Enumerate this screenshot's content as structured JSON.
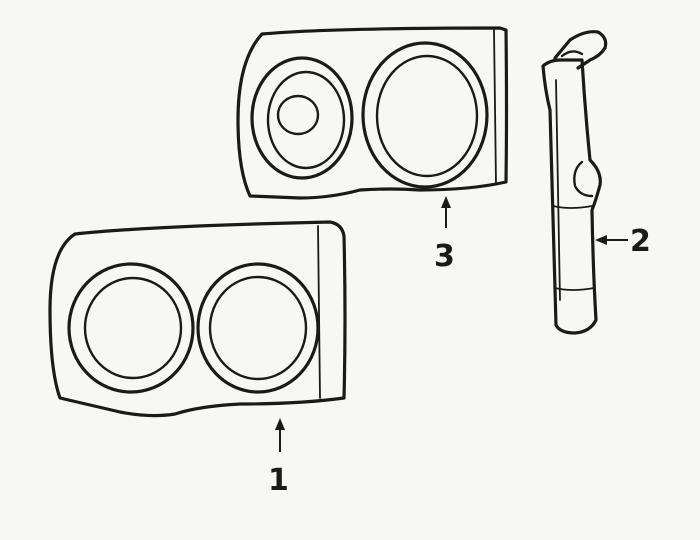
{
  "callouts": {
    "part_1": "1",
    "part_2": "2",
    "part_3": "3"
  },
  "colors": {
    "ink": "#1a1a1a",
    "paper": "#f7f7f5"
  }
}
